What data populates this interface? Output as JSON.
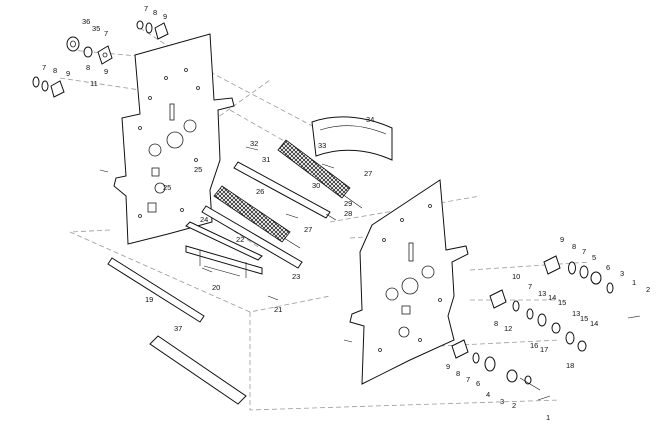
{
  "diagram": {
    "callouts": [
      {
        "id": "c1",
        "text": "36"
      },
      {
        "id": "c2",
        "text": "35"
      },
      {
        "id": "c3",
        "text": "7"
      },
      {
        "id": "c4",
        "text": "8"
      },
      {
        "id": "c5",
        "text": "9"
      },
      {
        "id": "c6",
        "text": "11"
      },
      {
        "id": "c7",
        "text": "7"
      },
      {
        "id": "c8",
        "text": "8"
      },
      {
        "id": "c9",
        "text": "9"
      },
      {
        "id": "c10",
        "text": "7"
      },
      {
        "id": "c11",
        "text": "8"
      },
      {
        "id": "c12",
        "text": "9"
      },
      {
        "id": "c13",
        "text": "34"
      },
      {
        "id": "c14",
        "text": "32"
      },
      {
        "id": "c15",
        "text": "33"
      },
      {
        "id": "c16",
        "text": "31"
      },
      {
        "id": "c17",
        "text": "27"
      },
      {
        "id": "c18",
        "text": "30"
      },
      {
        "id": "c19",
        "text": "29"
      },
      {
        "id": "c20",
        "text": "28"
      },
      {
        "id": "c21",
        "text": "26"
      },
      {
        "id": "c22",
        "text": "25"
      },
      {
        "id": "c23",
        "text": "25"
      },
      {
        "id": "c24",
        "text": "24"
      },
      {
        "id": "c25",
        "text": "22"
      },
      {
        "id": "c26",
        "text": "27"
      },
      {
        "id": "c27",
        "text": "23"
      },
      {
        "id": "c28",
        "text": "20"
      },
      {
        "id": "c29",
        "text": "21"
      },
      {
        "id": "c30",
        "text": "19"
      },
      {
        "id": "c31",
        "text": "37"
      },
      {
        "id": "c32",
        "text": "9"
      },
      {
        "id": "c33",
        "text": "8"
      },
      {
        "id": "c34",
        "text": "7"
      },
      {
        "id": "c35",
        "text": "5"
      },
      {
        "id": "c36",
        "text": "6"
      },
      {
        "id": "c37",
        "text": "3"
      },
      {
        "id": "c38",
        "text": "1"
      },
      {
        "id": "c39",
        "text": "2"
      },
      {
        "id": "c40",
        "text": "10"
      },
      {
        "id": "c41",
        "text": "7"
      },
      {
        "id": "c42",
        "text": "13"
      },
      {
        "id": "c43",
        "text": "14"
      },
      {
        "id": "c44",
        "text": "15"
      },
      {
        "id": "c45",
        "text": "8"
      },
      {
        "id": "c46",
        "text": "12"
      },
      {
        "id": "c47",
        "text": "13"
      },
      {
        "id": "c48",
        "text": "15"
      },
      {
        "id": "c49",
        "text": "14"
      },
      {
        "id": "c50",
        "text": "16"
      },
      {
        "id": "c51",
        "text": "17"
      },
      {
        "id": "c52",
        "text": "18"
      },
      {
        "id": "c53",
        "text": "9"
      },
      {
        "id": "c54",
        "text": "8"
      },
      {
        "id": "c55",
        "text": "7"
      },
      {
        "id": "c56",
        "text": "6"
      },
      {
        "id": "c57",
        "text": "4"
      },
      {
        "id": "c58",
        "text": "3"
      },
      {
        "id": "c59",
        "text": "2"
      },
      {
        "id": "c60",
        "text": "1"
      }
    ]
  }
}
